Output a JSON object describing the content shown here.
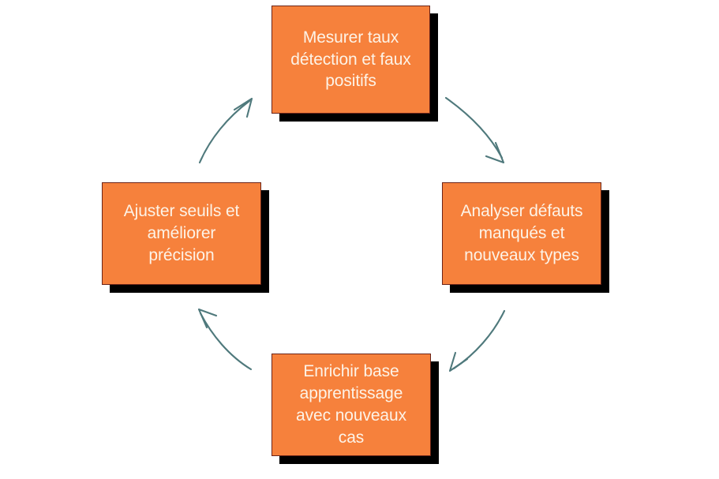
{
  "diagram": {
    "type": "cycle",
    "background_color": "#FFFFFF",
    "node_fill_color": "#F6813C",
    "node_border_color": "#6B2418",
    "node_text_color": "#FDF3E7",
    "node_shadow_color": "#000000",
    "arrow_color": "#4F797C",
    "nodes": [
      {
        "id": "top",
        "position": "top",
        "label": "Mesurer taux\ndétection et faux\npositifs"
      },
      {
        "id": "right",
        "position": "right",
        "label": "Analyser défauts\nmanqués et\nnouveaux types"
      },
      {
        "id": "bottom",
        "position": "bottom",
        "label": "Enrichir base\napprentissage\navec nouveaux\ncas"
      },
      {
        "id": "left",
        "position": "left",
        "label": "Ajuster seuils et\naméliorer\nprécision"
      }
    ],
    "arrows": [
      {
        "id": "top-to-right",
        "from": "top",
        "to": "right",
        "direction": "down-right"
      },
      {
        "id": "right-to-bottom",
        "from": "right",
        "to": "bottom",
        "direction": "down-left"
      },
      {
        "id": "bottom-to-left",
        "from": "bottom",
        "to": "left",
        "direction": "up-left"
      },
      {
        "id": "left-to-top",
        "from": "left",
        "to": "top",
        "direction": "up-right"
      }
    ]
  }
}
